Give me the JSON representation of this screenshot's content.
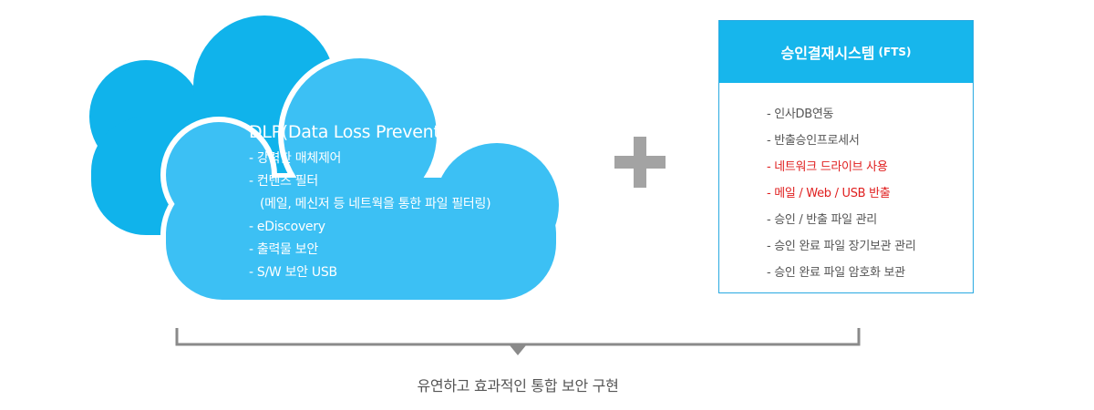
{
  "dlp": {
    "title": "DLP(Data Loss Prevention)",
    "items": [
      "- 강력한 매체제어",
      "- 컨텐츠 필터",
      "(메일, 메신저 등 네트웍을 통한 파일 필터링)",
      "- eDiscovery",
      "- 출력물 보안",
      "- S/W 보안 USB"
    ]
  },
  "plus_icon": "plus-icon",
  "fts": {
    "title": "승인결재시스템",
    "title_suffix": "(FTS)",
    "items": [
      {
        "text": "- 인사DB연동",
        "highlight": false
      },
      {
        "text": "- 반출승인프로세서",
        "highlight": false
      },
      {
        "text": "- 네트워크 드라이브 사용",
        "highlight": true
      },
      {
        "text": "- 메일 / Web / USB 반출",
        "highlight": true
      },
      {
        "text": "- 승인 / 반출 파일 관리",
        "highlight": false
      },
      {
        "text": "- 승인 완료 파일 장기보관 관리",
        "highlight": false
      },
      {
        "text": "- 승인 완료 파일 암호화 보관",
        "highlight": false
      }
    ]
  },
  "caption": "유연하고 효과적인 통합 보안 구현",
  "colors": {
    "cloud_back": "#10b3eb",
    "cloud_front": "#3cc0f4",
    "header": "#17b6ec",
    "highlight": "#e02020",
    "plus": "#a3a3a3"
  }
}
